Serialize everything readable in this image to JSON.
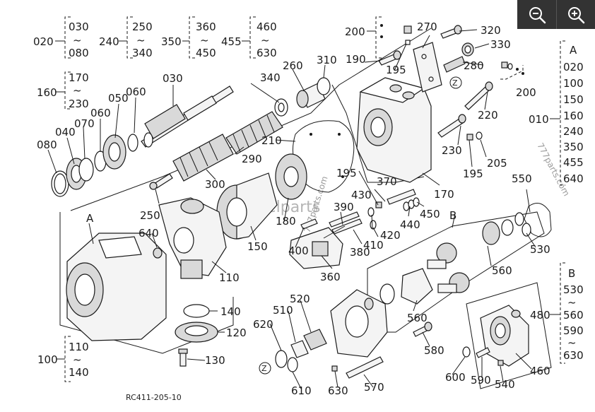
{
  "controls": {
    "zoom_out": {
      "icon": "zoom-out-icon"
    },
    "zoom_in": {
      "icon": "zoom-in-icon"
    }
  },
  "diagram": {
    "reference_code": "RC411-205-10",
    "watermarks": [
      "Belparts",
      "777parts.com",
      "777parts.com"
    ],
    "groups": [
      {
        "id": "020",
        "range_from": "030",
        "range_sep": "~",
        "range_to": "080"
      },
      {
        "id": "240",
        "range_from": "250",
        "range_sep": "~",
        "range_to": "340"
      },
      {
        "id": "350",
        "range_from": "360",
        "range_sep": "~",
        "range_to": "450"
      },
      {
        "id": "455",
        "range_from": "460",
        "range_sep": "~",
        "range_to": "630"
      },
      {
        "id": "160",
        "range_from": "170",
        "range_sep": "~",
        "range_to": "230"
      },
      {
        "id": "100",
        "range_from": "110",
        "range_sep": "~",
        "range_to": "140"
      }
    ],
    "group_010": {
      "id": "010",
      "items": [
        "A",
        "020",
        "100",
        "150",
        "160",
        "240",
        "350",
        "455",
        "640"
      ]
    },
    "group_480": {
      "id": "480",
      "items": [
        "B",
        "530",
        "~",
        "560",
        "590",
        "~",
        "630"
      ]
    },
    "group_200": {
      "id": "200",
      "parts": [
        "190",
        "195"
      ]
    },
    "part_labels": [
      "030",
      "040",
      "050",
      "060",
      "060",
      "070",
      "080",
      "110",
      "120",
      "130",
      "140",
      "150",
      "170",
      "180",
      "190",
      "195",
      "195",
      "195",
      "200",
      "205",
      "210",
      "220",
      "230",
      "250",
      "260",
      "270",
      "280",
      "290",
      "300",
      "310",
      "320",
      "330",
      "340",
      "360",
      "370",
      "380",
      "390",
      "400",
      "410",
      "420",
      "430",
      "440",
      "450",
      "460",
      "510",
      "520",
      "530",
      "540",
      "550",
      "560",
      "560",
      "570",
      "580",
      "590",
      "600",
      "610",
      "620",
      "630",
      "640",
      "A",
      "B",
      "Z",
      "Z"
    ]
  }
}
